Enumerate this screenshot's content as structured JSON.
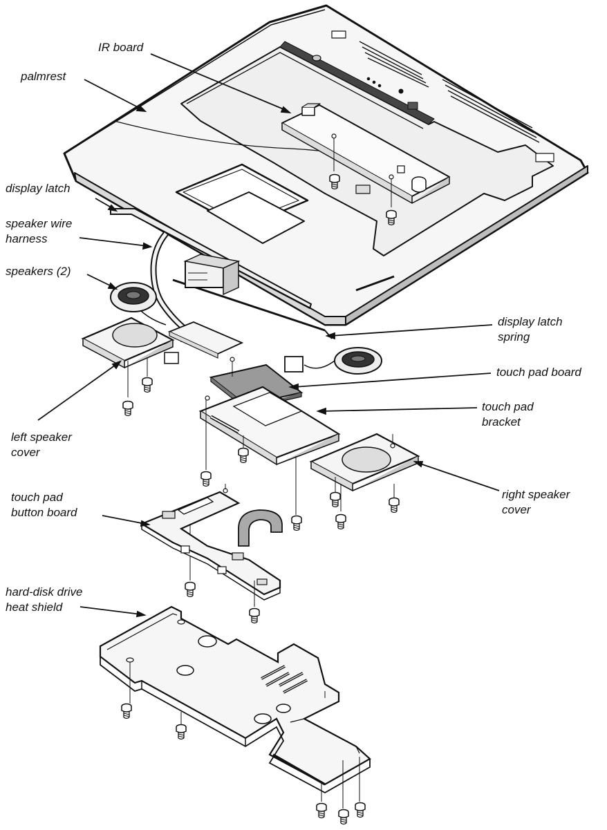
{
  "labels": {
    "ir_board": [
      "IR board"
    ],
    "palmrest": [
      "palmrest"
    ],
    "display_latch": [
      "display latch"
    ],
    "speaker_wire_harness": [
      "speaker wire",
      "harness"
    ],
    "speakers": [
      "speakers (2)"
    ],
    "display_latch_spring": [
      "display latch",
      "spring"
    ],
    "touch_pad_board": [
      "touch pad board"
    ],
    "touch_pad_bracket": [
      "touch pad",
      "bracket"
    ],
    "left_speaker_cover": [
      "left speaker",
      "cover"
    ],
    "right_speaker_cover": [
      "right speaker",
      "cover"
    ],
    "touch_pad_button_board": [
      "touch pad",
      "button board"
    ],
    "hdd_heat_shield": [
      "hard-disk drive",
      "heat shield"
    ]
  },
  "colors": {
    "line": "#111111",
    "fill": "#f4f4f4",
    "shade": "#d6d6d6",
    "dark": "#8a8a8a"
  }
}
